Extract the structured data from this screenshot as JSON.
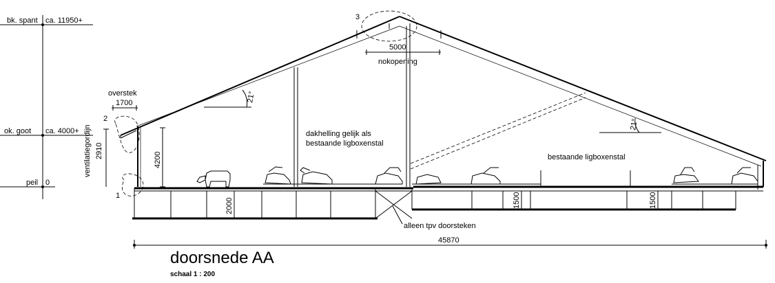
{
  "levels": {
    "ridge_label": "bk. spant",
    "ridge_value": "ca. 11950+",
    "eave_label": "ok. goot",
    "eave_value": "ca. 4000+",
    "floor_label": "peil",
    "floor_value": "0"
  },
  "callouts": {
    "one": "1",
    "two": "2",
    "three": "3"
  },
  "dimensions": {
    "overhang_label": "overstek",
    "overhang_value": "1700",
    "curtain_label": "ventilatiegordijn",
    "curtain_value": "2910",
    "wall_height": "4200",
    "pit_depth": "2000",
    "pit_depth_right_a": "1500",
    "pit_depth_right_b": "1500",
    "ridge_opening_value": "5000",
    "ridge_opening_label": "nokopening",
    "roof_angle_left": "21°",
    "roof_angle_right": "21°",
    "total_length": "45870"
  },
  "notes": {
    "slope_line1": "dakhelling gelijk als",
    "slope_line2": "bestaande ligboxenstal",
    "existing_barn": "bestaande ligboxenstal",
    "passage": "alleen tpv doorsteken"
  },
  "title": {
    "main": "doorsnede AA",
    "scale": "schaal  1 : 200"
  }
}
